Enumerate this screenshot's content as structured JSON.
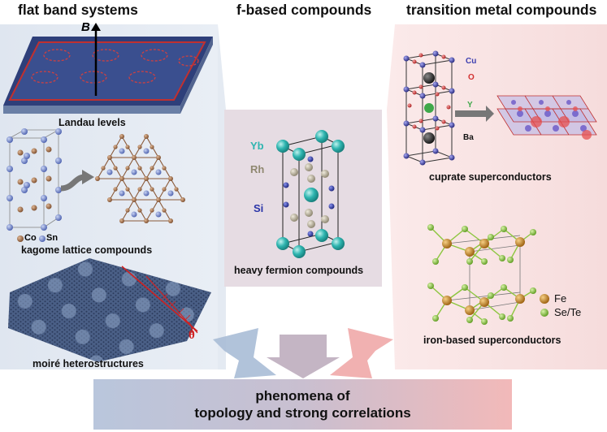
{
  "headers": {
    "left": "flat band systems",
    "center": "f-based compounds",
    "right": "transition metal compounds"
  },
  "left_panel": {
    "landau": {
      "field_label": "B",
      "caption": "Landau levels"
    },
    "kagome": {
      "legend_co": "Co",
      "legend_sn": "Sn",
      "caption": "kagome lattice compounds"
    },
    "moire": {
      "angle_label": "θ",
      "caption": "moiré heterostructures"
    }
  },
  "center_panel": {
    "elements": [
      "Yb",
      "Rh",
      "Si"
    ],
    "caption": "heavy fermion compounds"
  },
  "right_panel": {
    "cuprate": {
      "labels": [
        "Cu",
        "O",
        "Y",
        "Ba"
      ],
      "caption": "cuprate superconductors"
    },
    "iron": {
      "legend_fe": "Fe",
      "legend_sete": "Se/Te",
      "caption": "iron-based superconductors"
    }
  },
  "bottom": {
    "line1": "phenomena of",
    "line2": "topology and strong correlations"
  },
  "colors": {
    "left_panel": "#dde5ef",
    "center_panel": "#e7dde3",
    "right_panel": "#f8e3e3",
    "arrow_left": "#a9bdd6",
    "arrow_center": "#c4b5c4",
    "arrow_right": "#eeaaaa",
    "yb": "#2fb5b0",
    "rh": "#a8a08a",
    "si": "#2a35a8",
    "cu": "#3d3fb0",
    "oxygen": "#d23030",
    "fe": "#c8841c",
    "sete": "#8cc63e"
  }
}
